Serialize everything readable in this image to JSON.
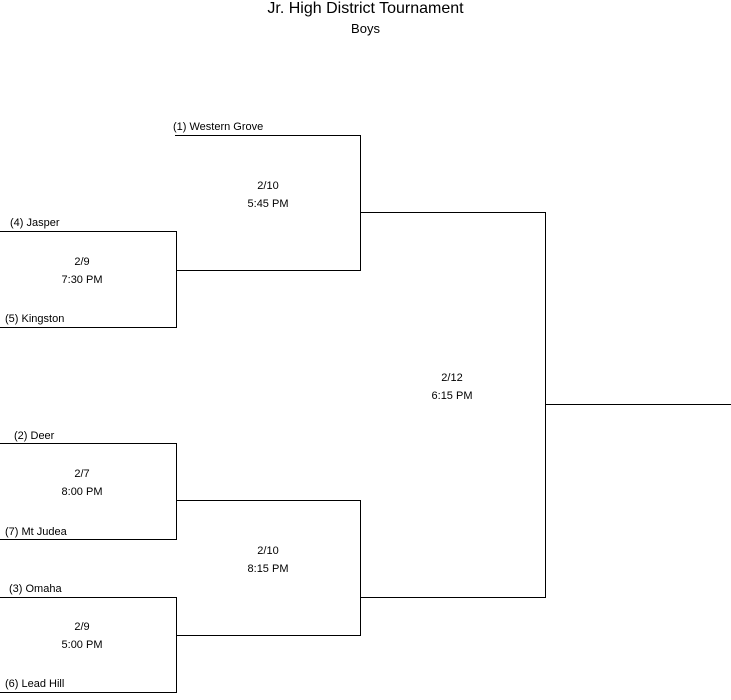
{
  "title": "Jr. High District Tournament",
  "subtitle": "Boys",
  "teams": [
    "(1) Western Grove",
    "(4) Jasper",
    "(5) Kingston",
    "(2) Deer",
    "(7) Mt Judea",
    "(3) Omaha",
    "(6) Lead Hill"
  ],
  "games": {
    "g_jasper_kingston": {
      "date": "2/9",
      "time": "7:30 PM"
    },
    "g_semi_top": {
      "date": "2/10",
      "time": "5:45 PM"
    },
    "g_deer_mtjudea": {
      "date": "2/7",
      "time": "8:00 PM"
    },
    "g_omaha_leadhill": {
      "date": "2/9",
      "time": "5:00 PM"
    },
    "g_semi_bottom": {
      "date": "2/10",
      "time": "8:15 PM"
    },
    "g_final": {
      "date": "2/12",
      "time": "6:15 PM"
    }
  }
}
